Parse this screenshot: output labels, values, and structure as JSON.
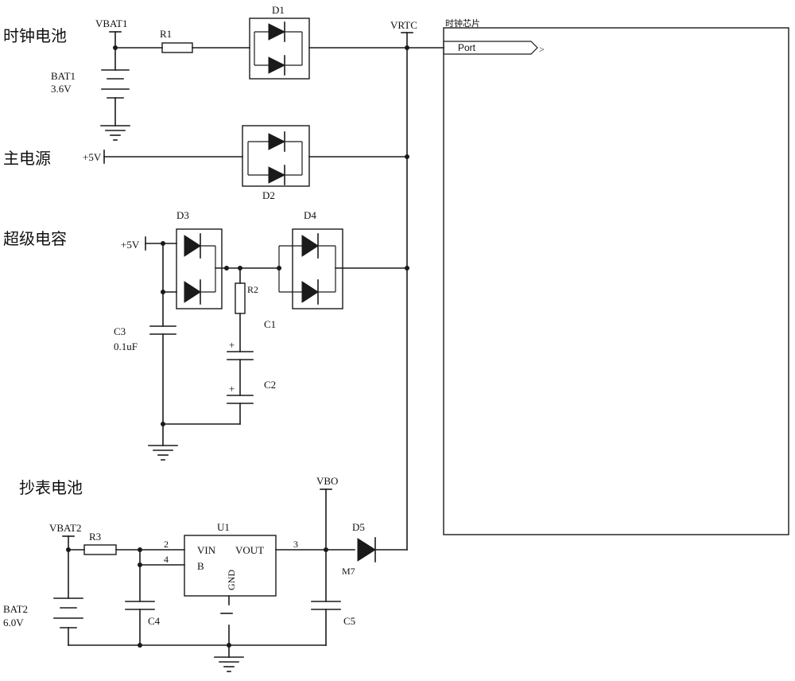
{
  "sections": {
    "clock_battery": "时钟电池",
    "main_power": "主电源",
    "supercap": "超级电容",
    "meter_battery": "抄表电池"
  },
  "nets": {
    "vbat1": "VBAT1",
    "vrtc": "VRTC",
    "vbo": "VBO",
    "vbat2": "VBAT2",
    "plus5v_main": "+5V",
    "plus5v_cap": "+5V"
  },
  "components": {
    "r1": "R1",
    "d1": "D1",
    "bat1_ref": "BAT1",
    "bat1_val": "3.6V",
    "d2": "D2",
    "d3": "D3",
    "d4": "D4",
    "r2": "R2",
    "c1": "C1",
    "c2": "C2",
    "c3_ref": "C3",
    "c3_val": "0.1uF",
    "r3": "R3",
    "u1": "U1",
    "pin2": "2",
    "pin4": "4",
    "pin3": "3",
    "vin": "VIN",
    "b": "B",
    "vout": "VOUT",
    "gnd": "GND",
    "d5": "D5",
    "m7": "M7",
    "c4": "C4",
    "c5": "C5",
    "bat2_ref": "BAT2",
    "bat2_val": "6.0V"
  },
  "chip": {
    "title": "时钟芯片",
    "port": "Port"
  }
}
